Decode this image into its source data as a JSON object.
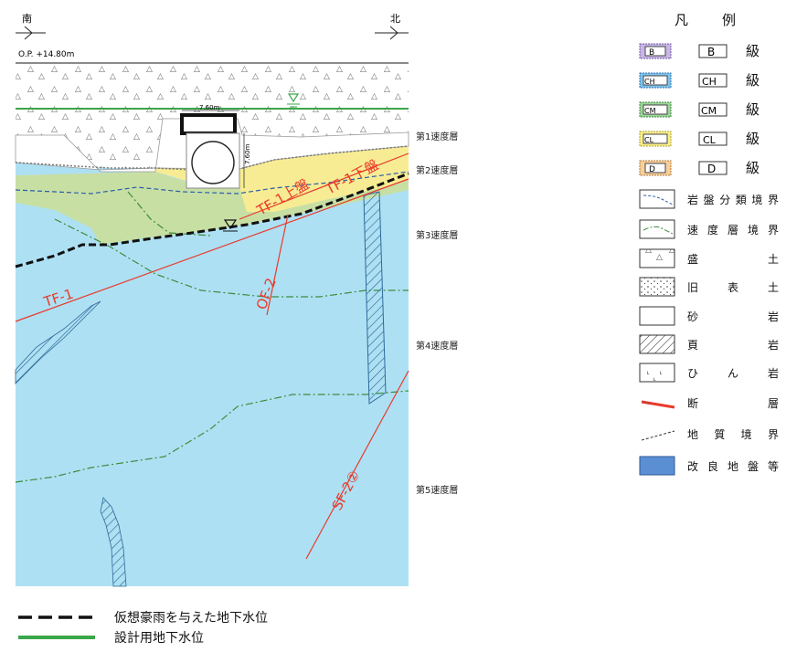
{
  "section": {
    "south_label": "南",
    "north_label": "北",
    "elevation_label": "O.P. +14.80m",
    "width_label": "7.60m",
    "height_label": "7.60m",
    "velocity_layers": [
      {
        "label": "第1速度層"
      },
      {
        "label": "第2速度層"
      },
      {
        "label": "第3速度層"
      },
      {
        "label": "第4速度層"
      },
      {
        "label": "第5速度層"
      }
    ],
    "faults": [
      {
        "label": "TF-1"
      },
      {
        "label": "OF-2"
      },
      {
        "label": "TF-1上盤"
      },
      {
        "label": "TF-1下盤"
      },
      {
        "label": "SF-2②"
      }
    ]
  },
  "legend": {
    "title_1": "凡",
    "title_2": "例",
    "grades": [
      {
        "badge": "B",
        "code": "B",
        "suffix": "級",
        "color": "#c9b6e6"
      },
      {
        "badge": "CH",
        "code": "CH",
        "suffix": "級",
        "color": "#7fc4ee"
      },
      {
        "badge": "CM",
        "code": "CM",
        "suffix": "級",
        "color": "#9fd49a"
      },
      {
        "badge": "CL",
        "code": "CL",
        "suffix": "級",
        "color": "#fbf18a"
      },
      {
        "badge": "D",
        "code": "D",
        "suffix": "級",
        "color": "#f7cf9b"
      }
    ],
    "items": [
      {
        "label": "岩盤分類境界",
        "icon": "rock-class-boundary"
      },
      {
        "label": "速度層境界",
        "icon": "velocity-boundary"
      },
      {
        "label": "盛　　　土",
        "icon": "fill-soil"
      },
      {
        "label": "旧　表　土",
        "icon": "old-topsoil"
      },
      {
        "label": "砂　　　岩",
        "icon": "sandstone"
      },
      {
        "label": "頁　　　岩",
        "icon": "shale"
      },
      {
        "label": "ひ　ん　岩",
        "icon": "porphyrite"
      },
      {
        "label": "断　　　層",
        "icon": "fault"
      },
      {
        "label": "地質境界",
        "icon": "geologic-boundary"
      },
      {
        "label": "改良地盤等",
        "icon": "improved-ground"
      }
    ]
  },
  "bottom_legend": [
    {
      "label": "仮想豪雨を与えた地下水位",
      "icon": "heavy-rain-groundwater-line"
    },
    {
      "label": "設計用地下水位",
      "icon": "design-groundwater-line"
    }
  ],
  "colors": {
    "rock_blue": "#aee0f3",
    "cm_green": "#c8dfa4",
    "cl_yellow": "#f7ec93",
    "fault_red": "#e83a2c",
    "design_water_green": "#3aa64a",
    "improved_blue": "#5b8fd3"
  }
}
